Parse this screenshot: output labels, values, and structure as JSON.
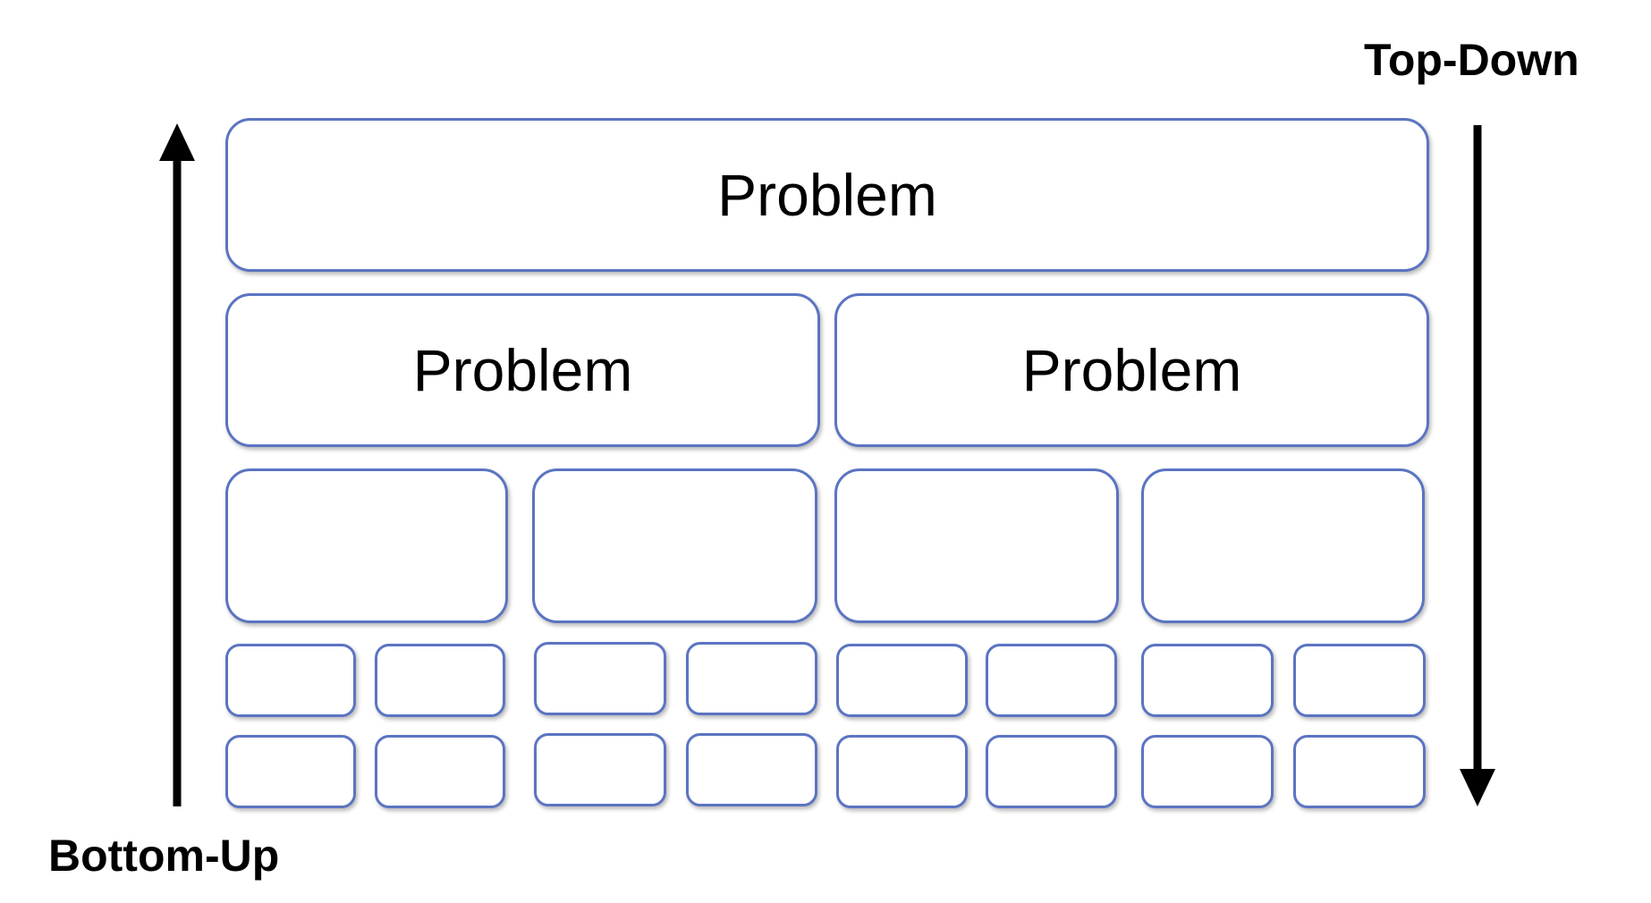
{
  "labels": {
    "top_down": "Top-Down",
    "bottom_up": "Bottom-Up"
  },
  "levels": [
    {
      "level": 1,
      "box_count": 1,
      "box_label": "Problem"
    },
    {
      "level": 2,
      "box_count": 2,
      "box_label": "Problem"
    },
    {
      "level": 3,
      "box_count": 4,
      "box_label": ""
    },
    {
      "level": 4,
      "box_count": 8,
      "box_label": ""
    },
    {
      "level": 5,
      "box_count": 8,
      "box_label": ""
    }
  ],
  "colors": {
    "box_border": "#5b74c2",
    "box_fill": "#ffffff",
    "arrow": "#000000",
    "text": "#000000"
  }
}
